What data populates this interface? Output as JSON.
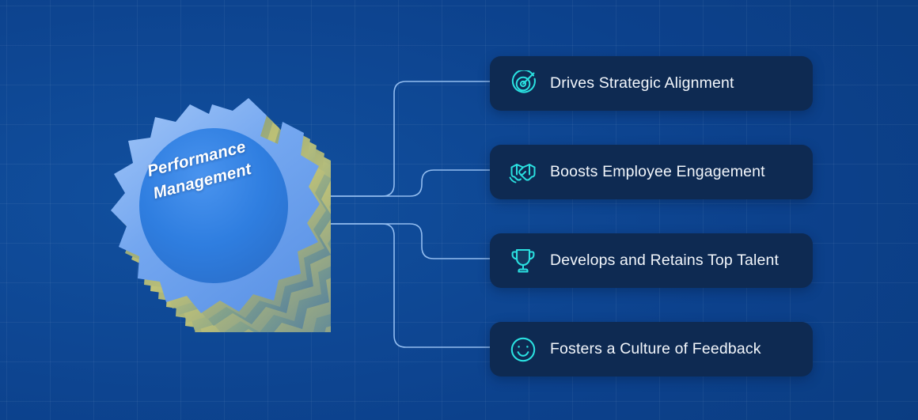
{
  "theme": {
    "background_color": "#0c418c",
    "card_background": "#0e2a52",
    "accent_color": "#2ae0e0",
    "connector_color": "#93bdf0",
    "gear_face_color": "#2f7ee0",
    "gear_rim_color": "#6ea6f2",
    "gear_extrusion_color": "#b3b866",
    "label_color": "#f2f6fb"
  },
  "center": {
    "title_line_1": "Performance",
    "title_line_2": "Management",
    "icon": "gear-3d"
  },
  "branches": [
    {
      "label": "Drives Strategic Alignment",
      "icon": "target-icon"
    },
    {
      "label": "Boosts Employee Engagement",
      "icon": "handshake-icon"
    },
    {
      "label": "Develops and Retains Top Talent",
      "icon": "trophy-icon"
    },
    {
      "label": "Fosters a Culture of Feedback",
      "icon": "smiley-icon"
    }
  ]
}
